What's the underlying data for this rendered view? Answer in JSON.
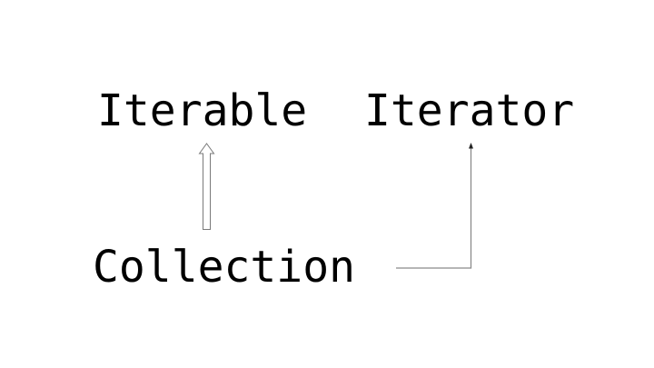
{
  "diagram": {
    "nodes": [
      {
        "id": "iterable",
        "label": "Iterable"
      },
      {
        "id": "iterator",
        "label": "Iterator"
      },
      {
        "id": "collection",
        "label": "Collection"
      }
    ],
    "edges": [
      {
        "from": "collection",
        "to": "iterable",
        "style": "hollow-block-arrow",
        "meaning": "extends"
      },
      {
        "from": "collection",
        "to": "iterator",
        "style": "thin-elbow-arrow",
        "meaning": "uses"
      }
    ],
    "colors": {
      "background": "#ffffff",
      "text": "#000000",
      "arrow_stroke": "#7f7f7f"
    }
  }
}
